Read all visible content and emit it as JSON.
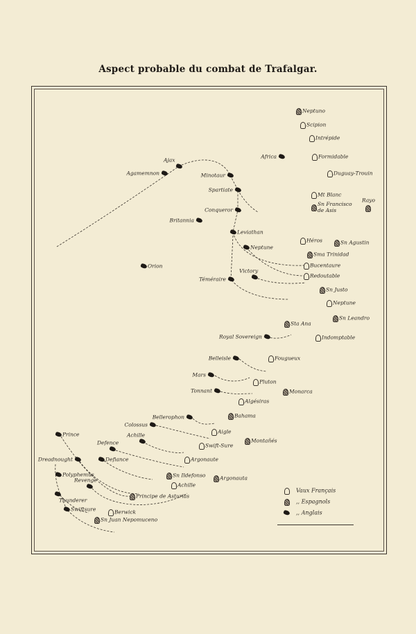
{
  "title": "Aspect probable du combat de Trafalgar.",
  "legend": [
    {
      "nation": "fr",
      "label": "Vaux Français"
    },
    {
      "nation": "es",
      "label": ",, Espagnols"
    },
    {
      "nation": "en",
      "label": ",, Anglais"
    }
  ],
  "ships": [
    {
      "name": "Neptuno",
      "nation": "es"
    },
    {
      "name": "Scipion",
      "nation": "fr"
    },
    {
      "name": "Intrépide",
      "nation": "fr"
    },
    {
      "name": "Africa",
      "nation": "en"
    },
    {
      "name": "Formidable",
      "nation": "fr"
    },
    {
      "name": "Duguay-Trouin",
      "nation": "fr"
    },
    {
      "name": "Mt Blanc",
      "nation": "fr"
    },
    {
      "name": "Sn Francisco de Asis",
      "nation": "es"
    },
    {
      "name": "Rayo",
      "nation": "es"
    },
    {
      "name": "Ajax",
      "nation": "en"
    },
    {
      "name": "Agamemnon",
      "nation": "en"
    },
    {
      "name": "Minotaur",
      "nation": "en"
    },
    {
      "name": "Spartiate",
      "nation": "en"
    },
    {
      "name": "Conqueror",
      "nation": "en"
    },
    {
      "name": "Britannia",
      "nation": "en"
    },
    {
      "name": "Leviathan",
      "nation": "en"
    },
    {
      "name": "Neptune",
      "nation": "en"
    },
    {
      "name": "Orion",
      "nation": "en"
    },
    {
      "name": "Victory",
      "nation": "en"
    },
    {
      "name": "Téméraire",
      "nation": "en"
    },
    {
      "name": "Héros",
      "nation": "fr"
    },
    {
      "name": "Sn Agustin",
      "nation": "es"
    },
    {
      "name": "Sma Trinidad",
      "nation": "es"
    },
    {
      "name": "Bucentaure",
      "nation": "fr"
    },
    {
      "name": "Redoutable",
      "nation": "fr"
    },
    {
      "name": "Sn Justo",
      "nation": "es"
    },
    {
      "name": "Neptune",
      "nation": "fr"
    },
    {
      "name": "Sn Leandro",
      "nation": "es"
    },
    {
      "name": "Sta Ana",
      "nation": "es"
    },
    {
      "name": "Royal Sovereign",
      "nation": "en"
    },
    {
      "name": "Indomptable",
      "nation": "fr"
    },
    {
      "name": "Belleisle",
      "nation": "en"
    },
    {
      "name": "Fougueux",
      "nation": "fr"
    },
    {
      "name": "Mars",
      "nation": "en"
    },
    {
      "name": "Pluton",
      "nation": "fr"
    },
    {
      "name": "Tonnant",
      "nation": "en"
    },
    {
      "name": "Monarca",
      "nation": "es"
    },
    {
      "name": "Algésiras",
      "nation": "fr"
    },
    {
      "name": "Bahama",
      "nation": "es"
    },
    {
      "name": "Bellerophon",
      "nation": "en"
    },
    {
      "name": "Colossus",
      "nation": "en"
    },
    {
      "name": "Aigle",
      "nation": "fr"
    },
    {
      "name": "Prince",
      "nation": "en"
    },
    {
      "name": "Swift-Sure",
      "nation": "fr"
    },
    {
      "name": "Montañés",
      "nation": "es"
    },
    {
      "name": "Achille",
      "nation": "en"
    },
    {
      "name": "Defence",
      "nation": "en"
    },
    {
      "name": "Argonaute",
      "nation": "fr"
    },
    {
      "name": "Dreadnought",
      "nation": "en"
    },
    {
      "name": "Defiance",
      "nation": "en"
    },
    {
      "name": "Sn Ildefonso",
      "nation": "es"
    },
    {
      "name": "Argonauta",
      "nation": "es"
    },
    {
      "name": "Polyphemus",
      "nation": "en"
    },
    {
      "name": "Achille",
      "nation": "fr"
    },
    {
      "name": "Revenge",
      "nation": "en"
    },
    {
      "name": "Principe de Asturias",
      "nation": "es"
    },
    {
      "name": "Thunderer",
      "nation": "en"
    },
    {
      "name": "Swiftsure",
      "nation": "en"
    },
    {
      "name": "Berwick",
      "nation": "fr"
    },
    {
      "name": "Sn Juan Nepomuceno",
      "nation": "es"
    }
  ]
}
